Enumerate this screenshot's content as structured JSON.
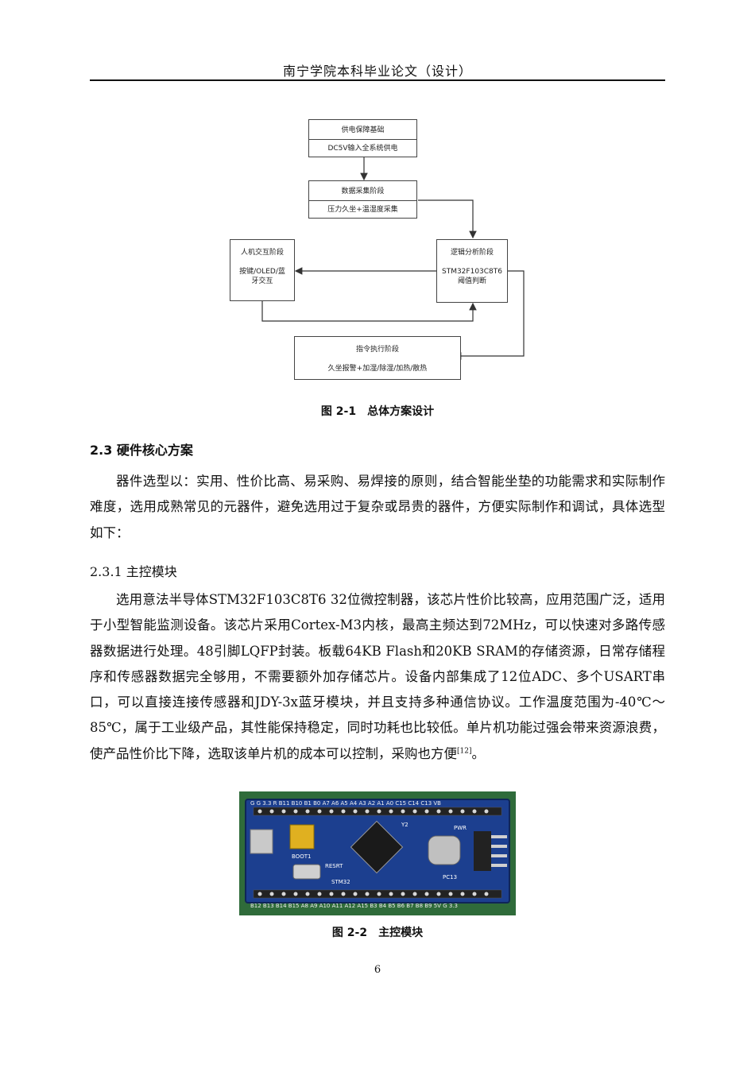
{
  "header": {
    "title": "南宁学院本科毕业论文（设计）"
  },
  "figure1": {
    "caption": "图 2-1　总体方案设计",
    "boxes": {
      "power": {
        "title": "供电保障基础",
        "desc": "DC5V输入全系统供电"
      },
      "collect": {
        "title": "数据采集阶段",
        "desc": "压力久坐+温湿度采集"
      },
      "hmi": {
        "title": "人机交互阶段",
        "desc1": "按键/OLED/蓝",
        "desc2": "牙交互"
      },
      "logic": {
        "title": "逻辑分析阶段",
        "desc1": "STM32F103C8T6",
        "desc2": "阈值判断"
      },
      "exec": {
        "title": "指令执行阶段",
        "desc": "久坐报警+加湿/除湿/加热/散热"
      }
    }
  },
  "section": {
    "heading": "2.3 硬件核心方案",
    "intro": "器件选型以：实用、性价比高、易采购、易焊接的原则，结合智能坐垫的功能需求和实际制作难度，选用成熟常见的元器件，避免选用过于复杂或昂贵的器件，方便实际制作和调试，具体选型如下："
  },
  "subsection": {
    "heading": "2.3.1  主控模块",
    "body": "选用意法半导体STM32F103C8T6 32位微控制器，该芯片性价比较高，应用范围广泛，适用于小型智能监测设备。该芯片采用Cortex-M3内核，最高主频达到72MHz，可以快速对多路传感器数据进行处理。48引脚LQFP封装。板载64KB Flash和20KB SRAM的存储资源，日常存储程序和传感器数据完全够用，不需要额外加存储芯片。设备内部集成了12位ADC、多个USART串口，可以直接连接传感器和JDY-3x蓝牙模块，并且支持多种通信协议。工作温度范围为-40℃～85℃，属于工业级产品，其性能保持稳定，同时功耗也比较低。单片机功能过强会带来资源浪费，使产品性价比下降，选取该单片机的成本可以控制，采购也方便",
    "cite": "[12]",
    "end": "。"
  },
  "figure2": {
    "caption": "图 2-2　主控模块",
    "top_pins": "G G 3.3 R B11 B10 B1 B0 A7 A6 A5 A4 A3 A2 A1 A0 C15 C14 C13 VB",
    "bottom_pins": "B12 B13 B14 B15 A8 A9 A10 A11 A12 A15 B3 B4 B5 B6 B7 B8 B9 5V G 3.3",
    "labels": {
      "boot": "BOOT1",
      "reset": "RESRT",
      "mcu": "STM32",
      "crystal": "Y2",
      "pwr": "PWR",
      "pc13": "PC13"
    }
  },
  "page": {
    "number": "6"
  }
}
